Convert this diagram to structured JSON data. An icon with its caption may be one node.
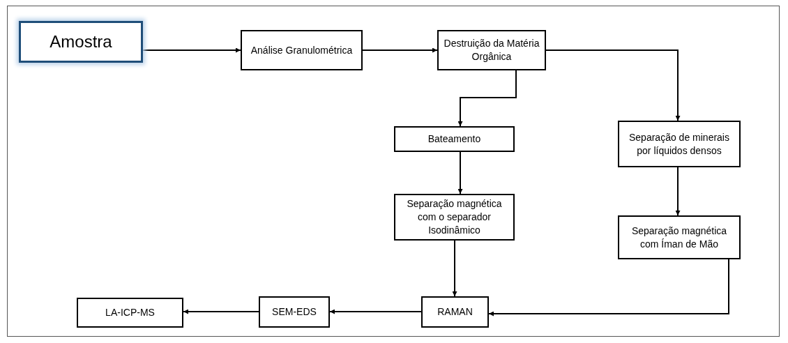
{
  "diagram": {
    "nodes": [
      {
        "text": [
          "Amostra"
        ]
      },
      {
        "text": [
          "Análise Granulométrica"
        ]
      },
      {
        "text": [
          "Destruição da Matéria Orgânica"
        ]
      },
      {
        "text": [
          "Bateamento"
        ]
      },
      {
        "text": [
          "Separação de minerais por líquidos densos"
        ]
      },
      {
        "text": [
          "Separação magnética com o separador Isodinâmico"
        ]
      },
      {
        "text": [
          "Separação magnética com Íman de Mão"
        ]
      },
      {
        "text": [
          "RAMAN"
        ]
      },
      {
        "text": [
          "SEM-EDS"
        ]
      },
      {
        "text": [
          "LA-ICP-MS"
        ]
      }
    ],
    "edges": [
      {
        "from": 0,
        "to": 1,
        "arrow": "to"
      },
      {
        "from": 1,
        "to": 2,
        "arrow": "to"
      },
      {
        "from": 2,
        "to": 3,
        "arrow": "to"
      },
      {
        "from": 2,
        "to": 4,
        "arrow": "to"
      },
      {
        "from": 3,
        "to": 5,
        "arrow": "to"
      },
      {
        "from": 4,
        "to": 6,
        "arrow": "to"
      },
      {
        "from": 5,
        "to": 7,
        "arrow": "to"
      },
      {
        "from": 6,
        "to": 7,
        "arrow": "to"
      },
      {
        "from": 7,
        "to": 8,
        "arrow": "to"
      },
      {
        "from": 8,
        "to": 9,
        "arrow": "to"
      }
    ]
  }
}
